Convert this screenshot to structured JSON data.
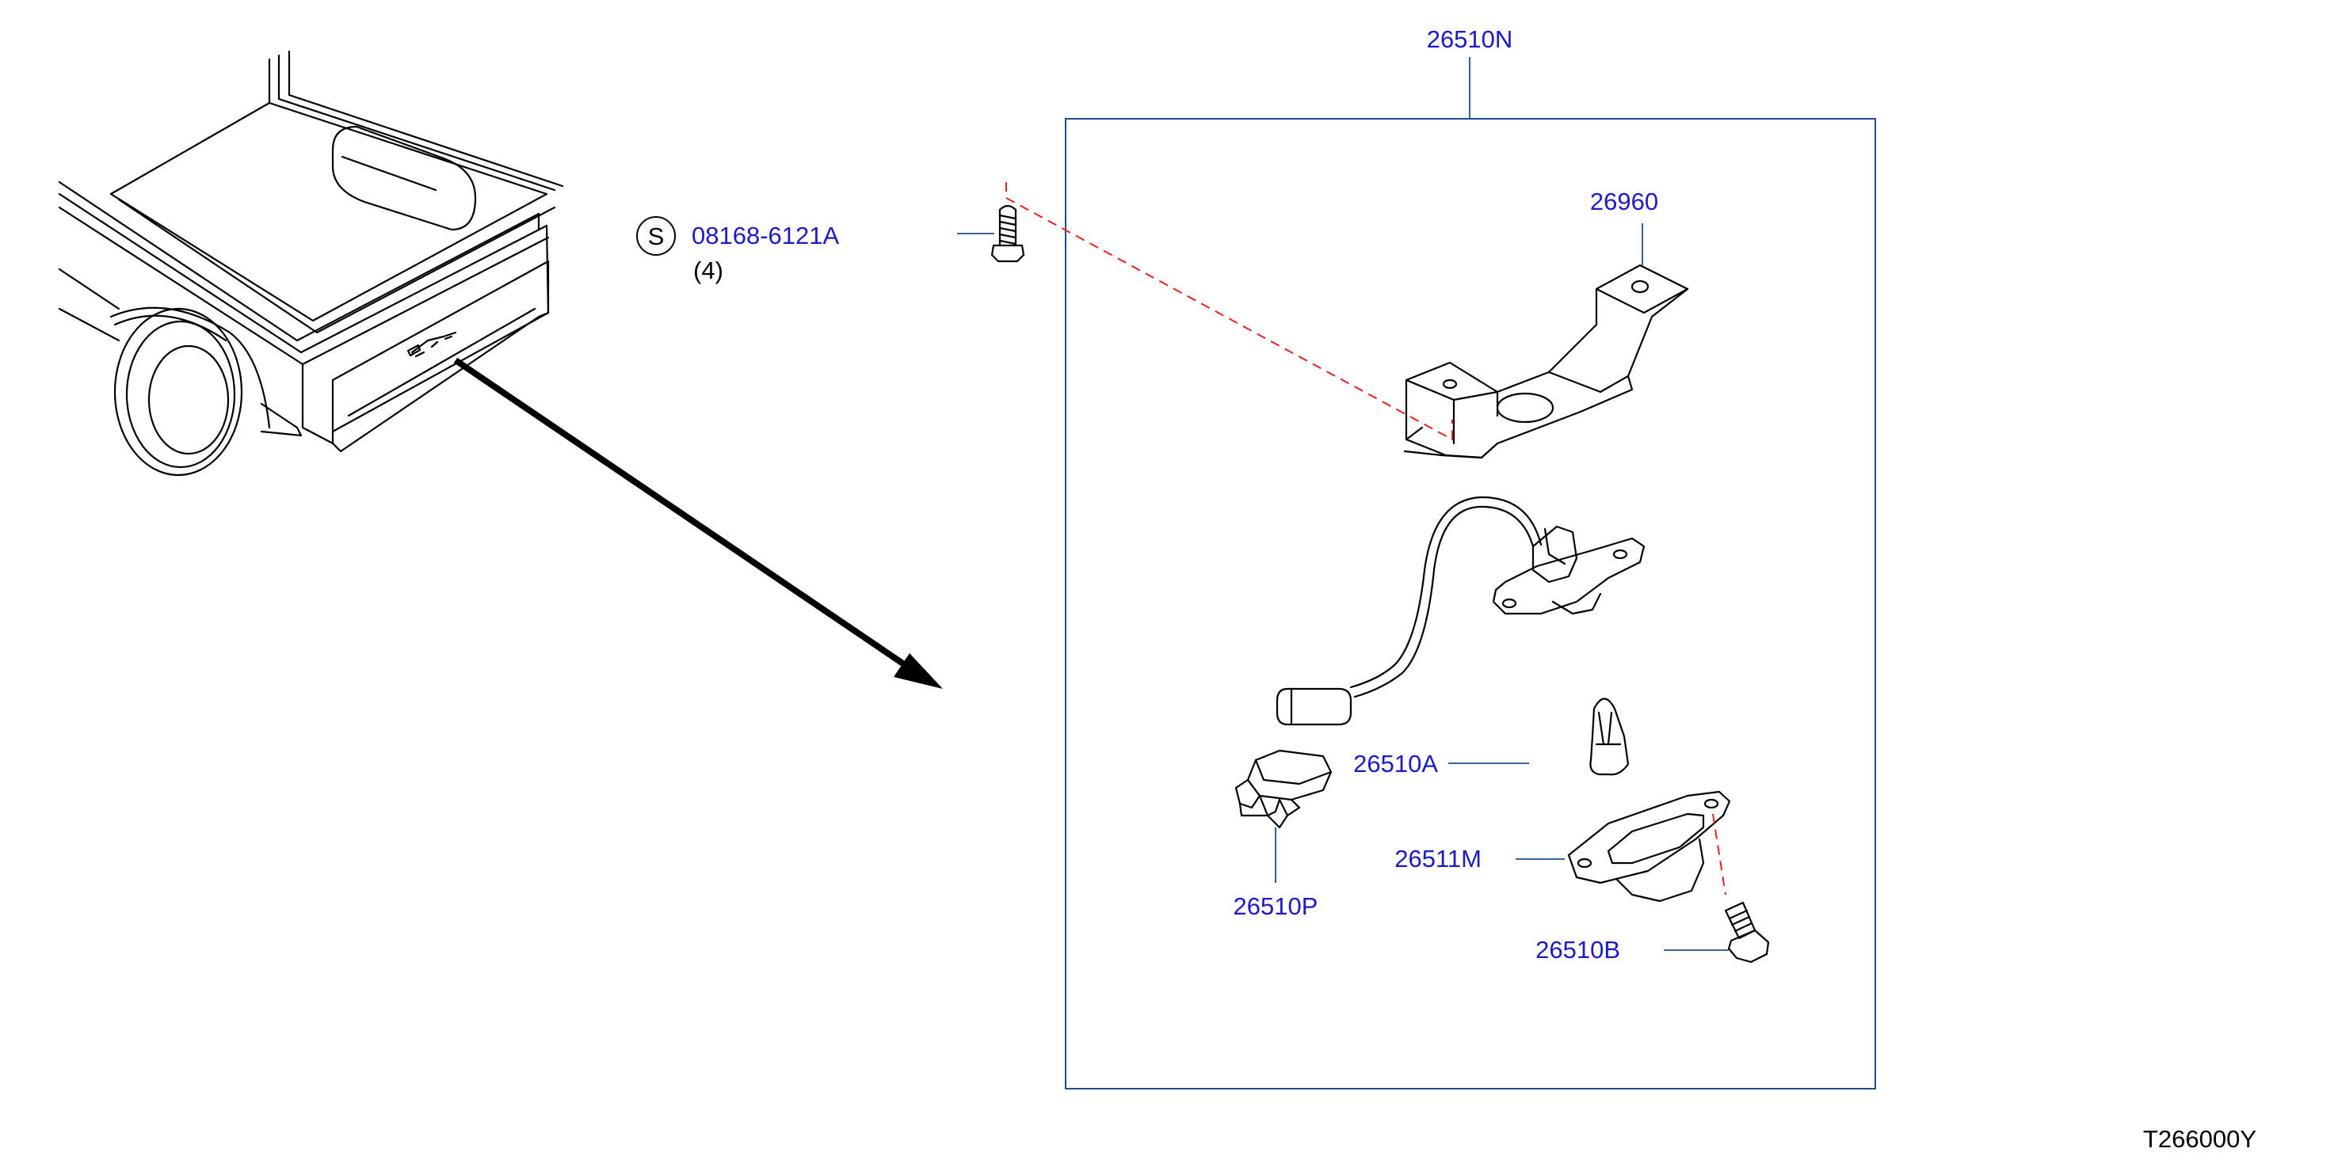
{
  "colors": {
    "label": "#1a1acc",
    "leader": "#1f4e8c",
    "frame": "#1f4e8c",
    "dashed": "#e8201e",
    "ink": "#000000"
  },
  "labels": {
    "assembly": "26510N",
    "bracket": "26960",
    "bulb": "26510A",
    "lens": "26511M",
    "socket": "26510P",
    "screw": "26510B",
    "bolt": "08168-6121A",
    "bolt_qty": "(4)",
    "standard_symbol": "S"
  },
  "figure_code": "T266000Y",
  "icons": [
    "truck-rear-icon",
    "arrow-icon",
    "bolt-icon",
    "bracket-icon",
    "lamp-harness-icon",
    "bulb-icon",
    "lens-icon",
    "socket-icon",
    "screw-icon"
  ]
}
